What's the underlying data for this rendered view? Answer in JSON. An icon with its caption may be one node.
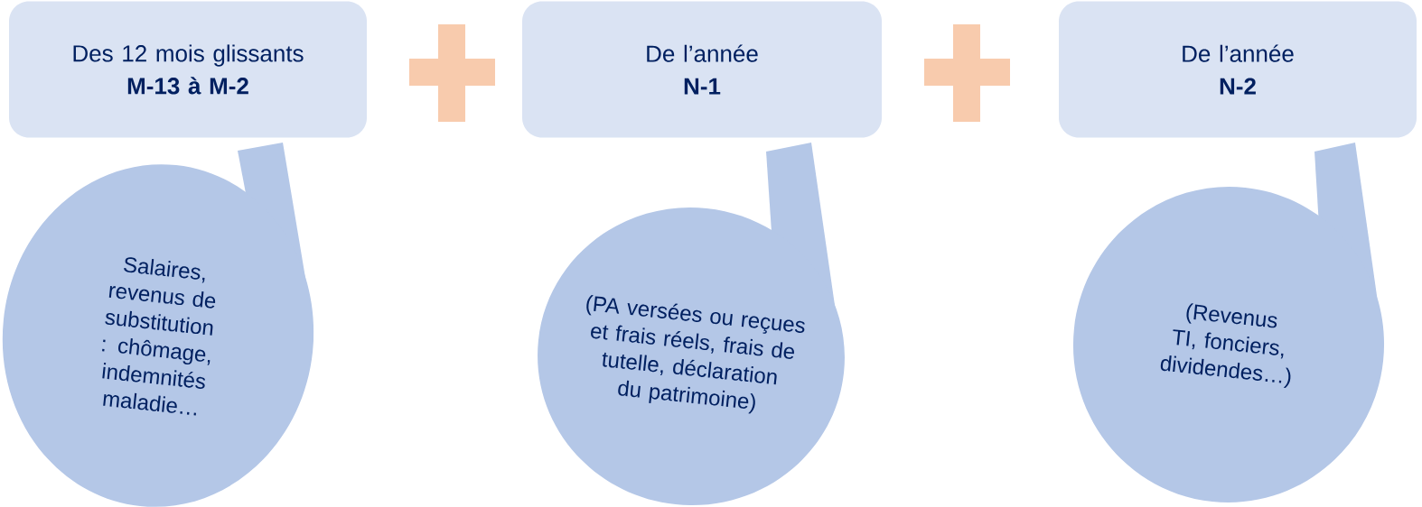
{
  "diagram": {
    "nodes": [
      {
        "text": [
          "Des 12 mois glissants",
          "M-13 à M-2"
        ]
      },
      {
        "text": [
          "De l’année",
          "N-1"
        ]
      },
      {
        "text": [
          "De l’année",
          "N-2"
        ]
      },
      {
        "text": [
          "Salaires, revenus de substitution : chômage, indemnités maladie…"
        ]
      },
      {
        "text": [
          "(PA versées ou reçues et frais réels, frais de tutelle, déclaration du patrimoine)"
        ]
      },
      {
        "text": [
          "(Revenus TI, fonciers, dividendes…)"
        ]
      }
    ]
  }
}
